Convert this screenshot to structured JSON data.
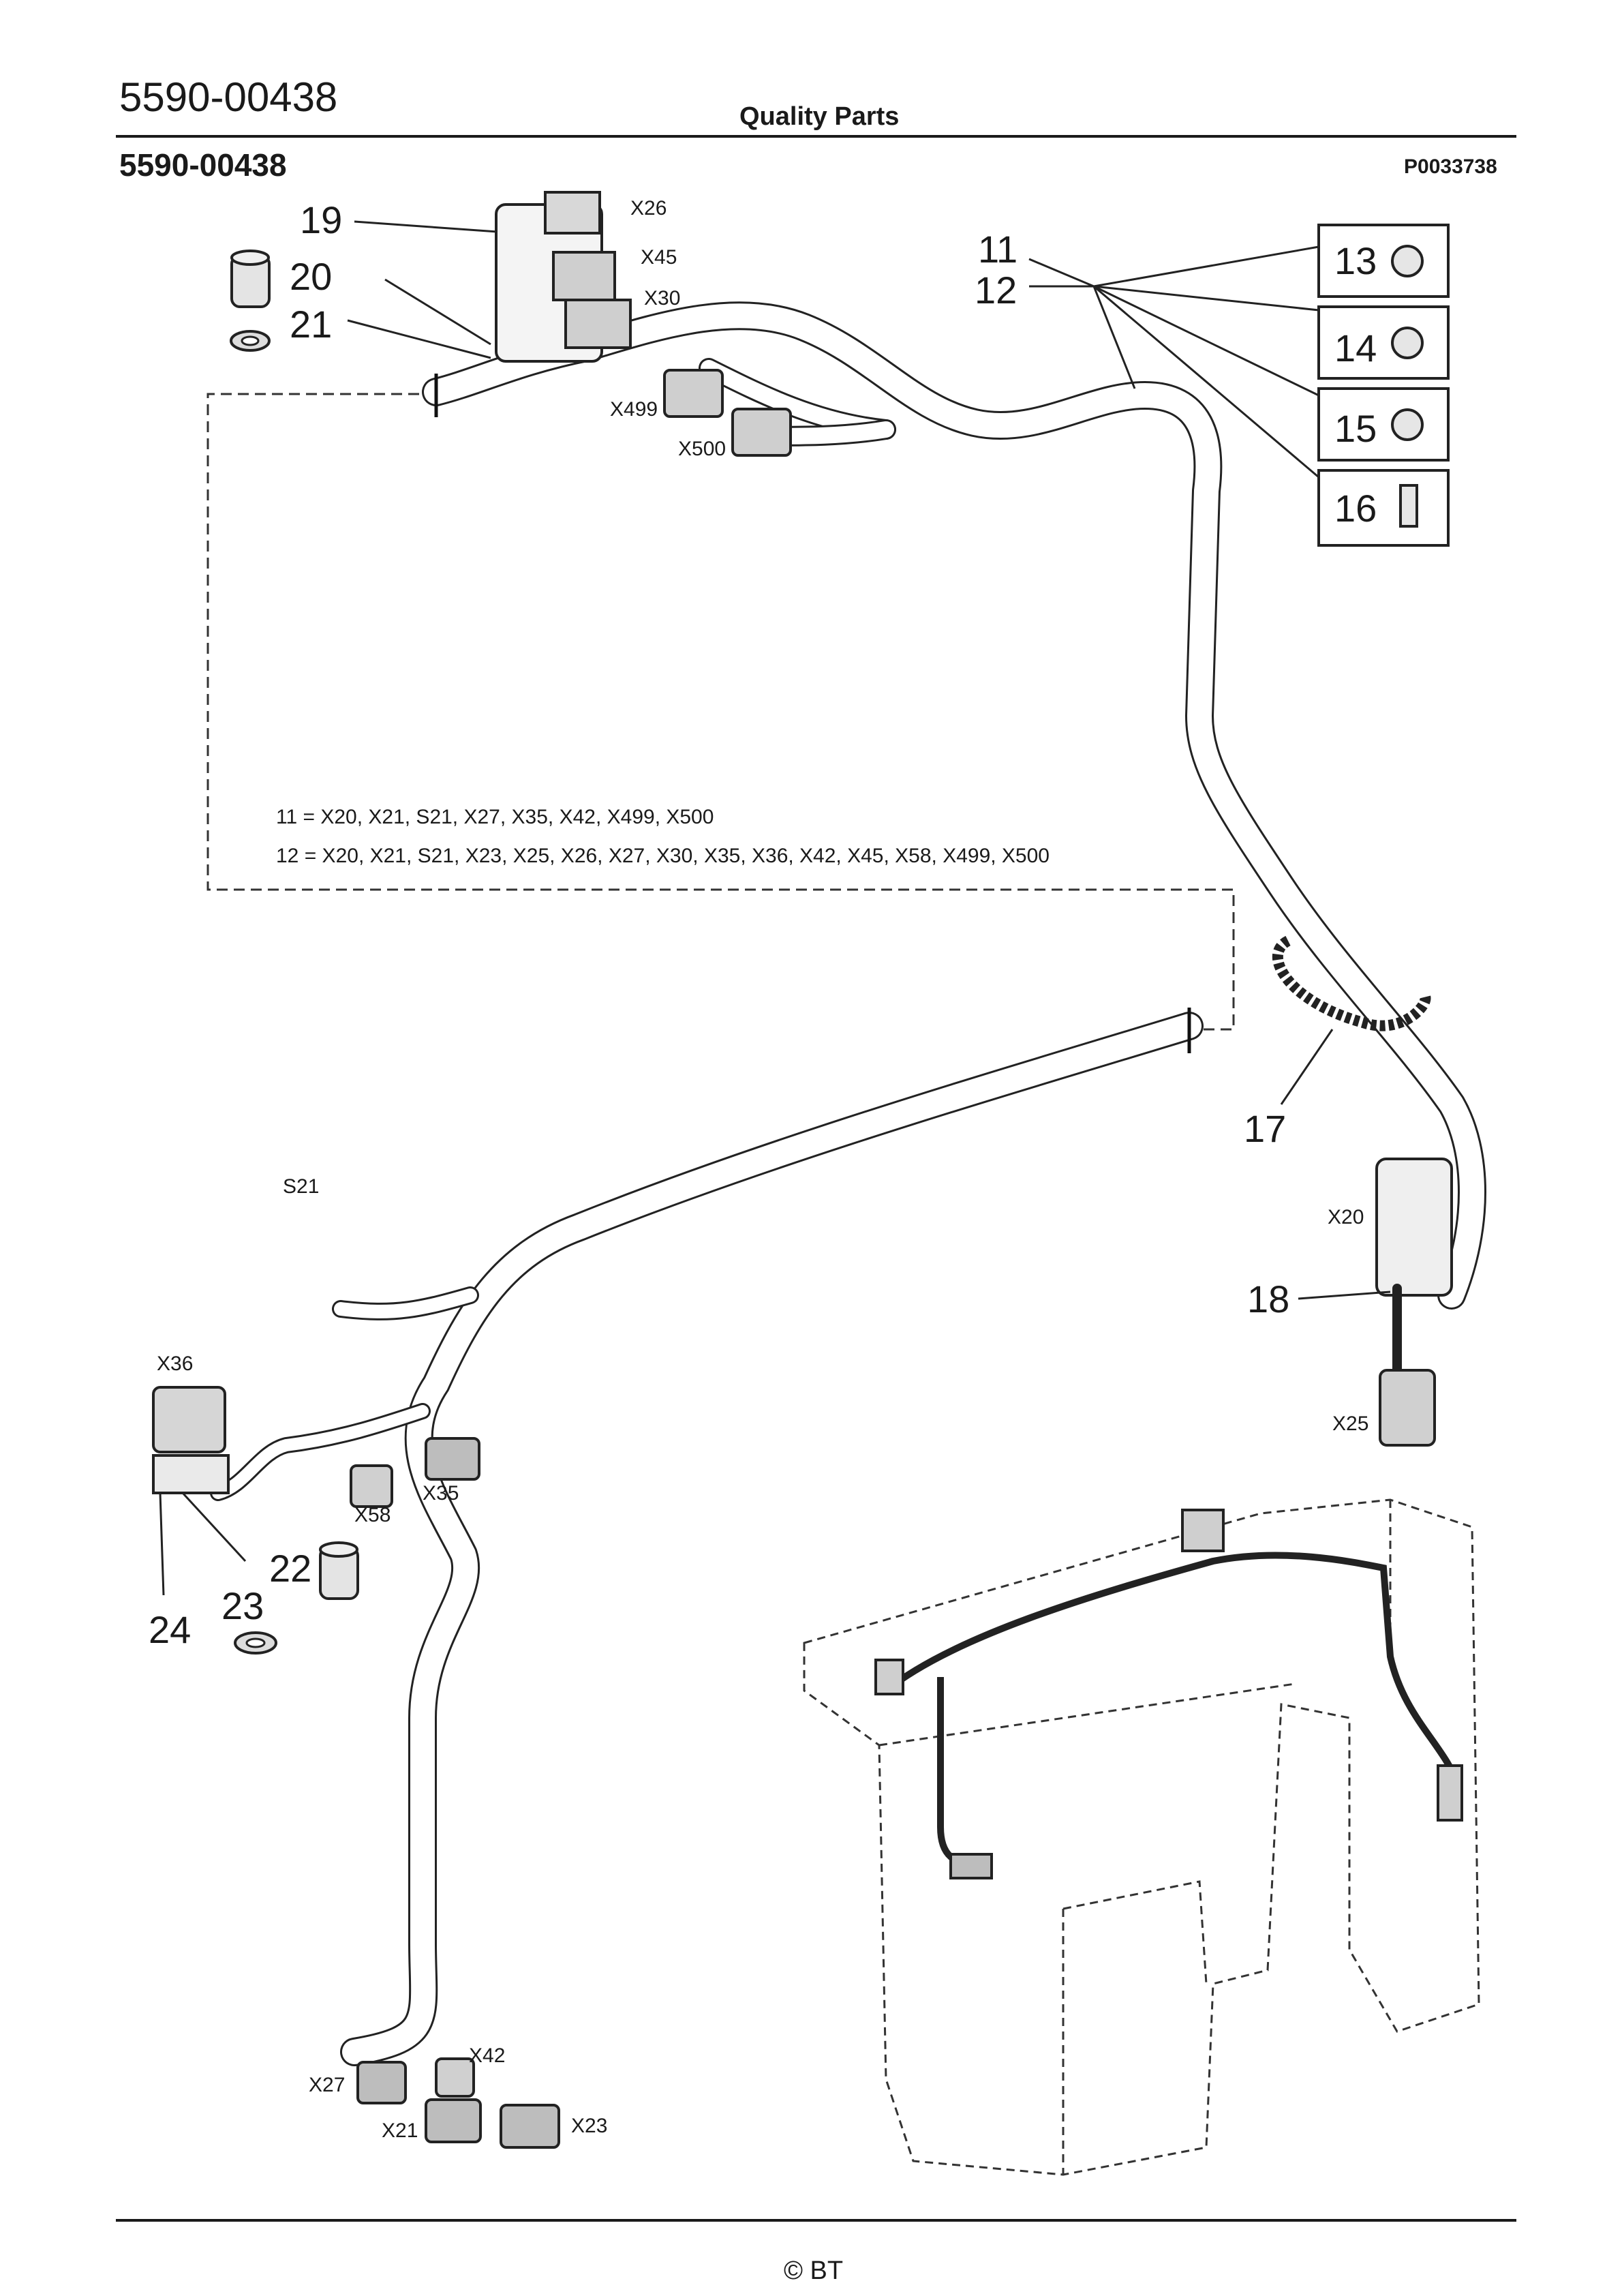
{
  "header": {
    "doc_code": "5590-00438",
    "title": "Quality Parts"
  },
  "subheader": {
    "part_number": "5590-00438",
    "ref_code": "P0033738"
  },
  "callouts": {
    "c11": "11",
    "c12": "12",
    "c13": "13",
    "c14": "14",
    "c15": "15",
    "c16": "16",
    "c17": "17",
    "c18": "18",
    "c19": "19",
    "c20": "20",
    "c21": "21",
    "c22": "22",
    "c23": "23",
    "c24": "24"
  },
  "connectors": {
    "X20": "X20",
    "X21": "X21",
    "X23": "X23",
    "X25": "X25",
    "X26": "X26",
    "X27": "X27",
    "X30": "X30",
    "X35": "X35",
    "X36": "X36",
    "X42": "X42",
    "X45": "X45",
    "X58": "X58",
    "X499": "X499",
    "X500": "X500",
    "S21": "S21"
  },
  "legend": {
    "line11": "11 = X20, X21, S21, X27, X35, X42, X499, X500",
    "line12": "12 = X20, X21, S21, X23, X25, X26, X27, X30, X35, X36, X42, X45, X58, X499, X500"
  },
  "footer": {
    "copyright": "© BT"
  }
}
